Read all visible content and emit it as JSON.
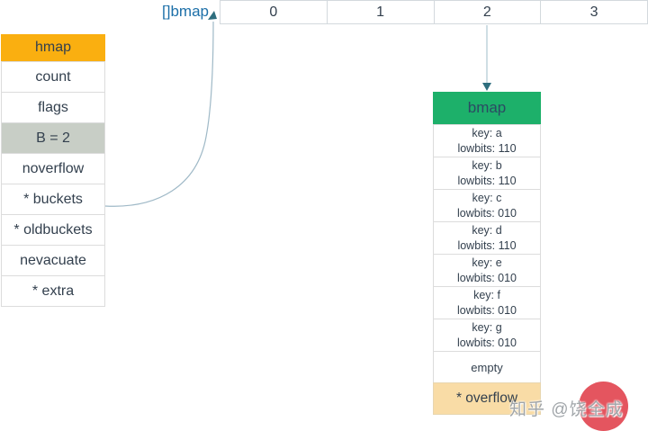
{
  "colors": {
    "hmap_header_bg": "#FAAF10",
    "b_row_highlight_bg": "#C8CEC6",
    "bmap_header_bg": "#1DB06A",
    "overflow_bg": "#F9DCA6",
    "array_label_blue": "#1C6FA8",
    "text_dark": "#33404E",
    "arrow_line": "#9FB9C7",
    "arrow_head": "#2E6E7E",
    "watermark_red": "#E4555F"
  },
  "hmap_table": {
    "header": "hmap",
    "rows": [
      {
        "label": "count",
        "highlight": false
      },
      {
        "label": "flags",
        "highlight": false
      },
      {
        "label": "B = 2",
        "highlight": true
      },
      {
        "label": "noverflow",
        "highlight": false
      },
      {
        "label": "* buckets",
        "highlight": false
      },
      {
        "label": "* oldbuckets",
        "highlight": false
      },
      {
        "label": "nevacuate",
        "highlight": false
      },
      {
        "label": "* extra",
        "highlight": false
      }
    ]
  },
  "bucket_array": {
    "label": "[]bmap",
    "cells": [
      "0",
      "1",
      "2",
      "3"
    ]
  },
  "bmap_table": {
    "header": "bmap",
    "entries": [
      {
        "key": "key: a",
        "lowbits": "lowbits: 110"
      },
      {
        "key": "key: b",
        "lowbits": "lowbits: 110"
      },
      {
        "key": "key: c",
        "lowbits": "lowbits: 010"
      },
      {
        "key": "key: d",
        "lowbits": "lowbits: 110"
      },
      {
        "key": "key: e",
        "lowbits": "lowbits: 010"
      },
      {
        "key": "key: f",
        "lowbits": "lowbits: 010"
      },
      {
        "key": "key: g",
        "lowbits": "lowbits: 010"
      }
    ],
    "empty_label": "empty",
    "overflow_label": "* overflow"
  },
  "watermark": {
    "text": "知乎 @饶全成"
  }
}
